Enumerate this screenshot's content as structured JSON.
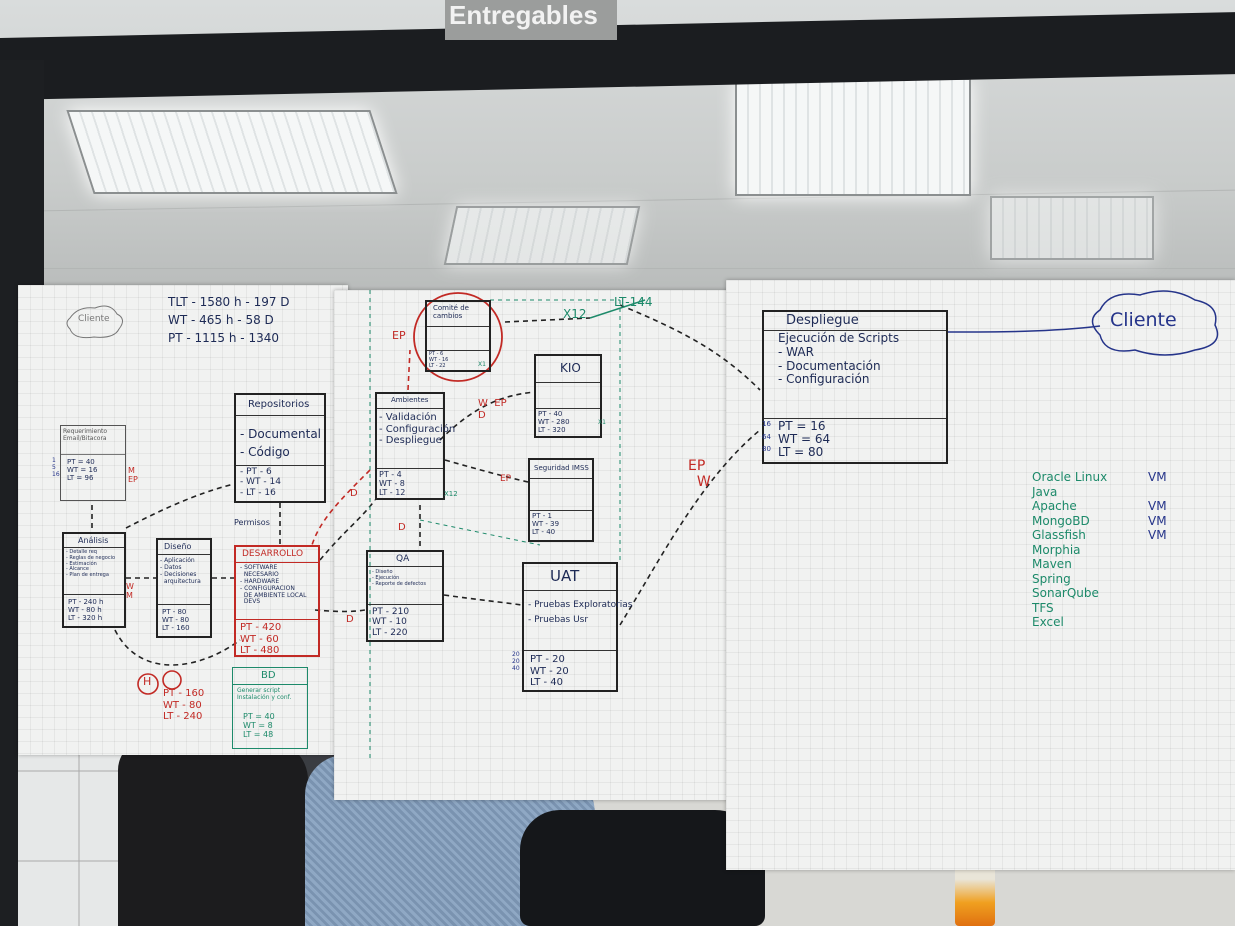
{
  "sign": {
    "text": "Entregables"
  },
  "header": {
    "line1": "TLT - 1580 h - 197 D",
    "line2": "WT - 465 h - 58 D",
    "line3": "PT - 1115 h - 1340"
  },
  "cliente_small": "Cliente",
  "cliente_big": "Cliente",
  "boxes": {
    "req": {
      "title": "Requerimiento\nEmail/Bitacora",
      "metrics": "PT = 40\nWT = 16\nLT = 96",
      "side": "1\n5\n16"
    },
    "analisis": {
      "title": "Análisis",
      "body": "- Detalle req\n- Reglas de negocio\n- Estimación\n- Alcance\n- Plan de entrega",
      "metrics": "PT - 240 h\nWT - 80 h\nLT - 320 h"
    },
    "diseno": {
      "title": "Diseño",
      "body": "- Aplicación\n- Datos\n- Decisiones\n  arquitectura",
      "metrics": "PT - 80\nWT - 80\nLT - 160"
    },
    "desarrollo": {
      "title": "DESARROLLO",
      "body": "- SOFTWARE\n  NECESARIO\n- HARDWARE\n- CONFIGURACION\n  DE AMBIENTE LOCAL\n  DEVS",
      "metrics": "PT - 420\nWT - 60\nLT - 480"
    },
    "repositorios": {
      "title": "Repositorios",
      "body": "- Documental\n- Código",
      "metrics": "- PT - 6\n- WT - 14\n- LT - 16"
    },
    "bd": {
      "title": "BD",
      "body": "Generar script\nInstalación y conf.",
      "metrics": "PT = 40\nWT = 8\nLT = 48"
    },
    "ambientes": {
      "title": "Ambientes",
      "body": "- Validación\n- Configuración\n- Despliegue",
      "metrics": "PT - 4\nWT - 8\nLT - 12"
    },
    "qa": {
      "title": "QA",
      "body": "- Diseño\n- Ejecución\n- Reporte de defectos",
      "metrics": "PT - 210\nWT - 10\nLT - 220"
    },
    "comite": {
      "title": "Comité de\ncambios",
      "metrics": "PT - 6\nWT - 16\nLT - 22",
      "tag": "X1"
    },
    "kio": {
      "title": "KIO",
      "metrics": "PT - 40\nWT - 280\nLT - 320"
    },
    "seguridad": {
      "title": "Seguridad IMSS",
      "metrics": "PT - 1\nWT - 39\nLT - 40"
    },
    "uat": {
      "title": "UAT",
      "body": "- Pruebas Exploratorias\n- Pruebas Usr",
      "metrics": "PT - 20\nWT - 20\nLT - 40",
      "side": "20\n20\n40"
    },
    "despliegue": {
      "title": "Despliegue",
      "body": "Ejecución de Scripts\n- WAR\n- Documentación\n- Configuración",
      "metrics": "PT = 16\nWT = 64\nLT = 80",
      "side": "16\n64\n80"
    }
  },
  "red_notes": {
    "h_block": "PT - 160\nWT - 80\nLT - 240",
    "ep1": "EP",
    "w_ep": "W  EP\nD",
    "ep2": "EP",
    "w_m": "W\nM",
    "ep_w": "EP\n  W",
    "d1": "D",
    "d2": "D",
    "d3": "D",
    "m_ep": "M\nEP",
    "permisos": "Permisos"
  },
  "annotations": {
    "x12": "X12",
    "lt144": "LT-144",
    "x1": "X1",
    "x12b": "X12"
  },
  "tech": [
    {
      "name": "Oracle Linux",
      "tag": "VM"
    },
    {
      "name": "Java",
      "tag": ""
    },
    {
      "name": "Apache",
      "tag": "VM"
    },
    {
      "name": "MongoBD",
      "tag": "VM"
    },
    {
      "name": "Glassfish",
      "tag": "VM"
    },
    {
      "name": "Morphia",
      "tag": ""
    },
    {
      "name": "Maven",
      "tag": ""
    },
    {
      "name": "Spring",
      "tag": ""
    },
    {
      "name": "SonarQube",
      "tag": ""
    },
    {
      "name": "TFS",
      "tag": ""
    },
    {
      "name": "Excel",
      "tag": ""
    }
  ],
  "colors": {
    "ink": "#1d2a55",
    "red": "#c22a25",
    "green": "#1d8a6a",
    "blue": "#25348a"
  }
}
